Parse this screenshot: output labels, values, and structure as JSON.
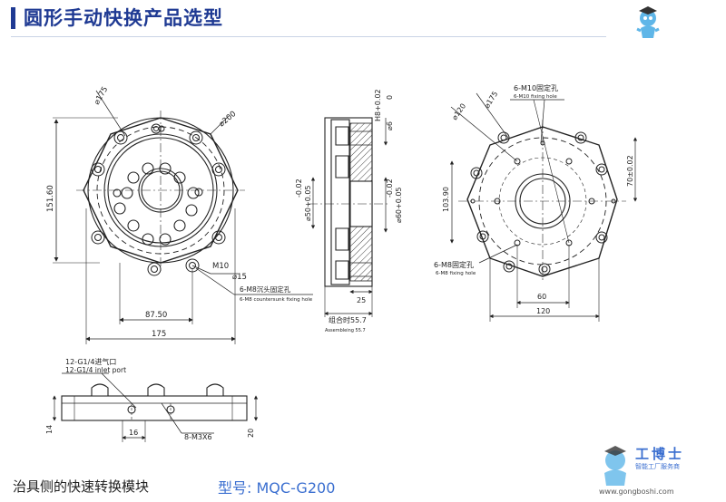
{
  "header": {
    "title": "圆形手动快换产品选型"
  },
  "footer": {
    "caption": "治具侧的快速转换模块",
    "model_label": "型号:",
    "model_value": "MQC-G200"
  },
  "watermark": {
    "name": "工博士",
    "tagline": "智能工厂服务商",
    "url": "www.gongboshi.com"
  },
  "front_view": {
    "d175": "⌀175",
    "d200": "⌀200",
    "h151": "151.60",
    "w87": "87.50",
    "w175": "175",
    "m10": "M10",
    "d15": "⌀15",
    "note_cn": "6-M8沉头固定孔",
    "note_en": "6-M8 countersunk fixing hole"
  },
  "section_view": {
    "h8": "H8+0.02",
    "h8b": "0",
    "d6": "⌀6",
    "d50": "⌀50+0.05",
    "d50b": "-0.02",
    "d60": "⌀60+0.05",
    "d60b": "-0.02",
    "w25": "25",
    "asm_cn": "组合时55.7",
    "asm_en": "Assembleing 55.7"
  },
  "rear_view": {
    "m10_cn": "6-M10固定孔",
    "m10_en": "6-M10 fixing hole",
    "d120": "⌀120",
    "d175": "⌀175",
    "h70": "70±0.02",
    "h103": "103.90",
    "m8_cn": "6-M8固定孔",
    "m8_en": "6-M8 fixing hole",
    "w60": "60",
    "w120": "120"
  },
  "side_view": {
    "port_cn": "12-G1/4进气口",
    "port_en": "12-G1/4 inlet port",
    "h14": "14",
    "w16": "16",
    "m3": "8-M3X6",
    "h20": "20"
  },
  "colors": {
    "accent": "#1f3a93",
    "line": "#222222",
    "model": "#3b6fd0"
  }
}
